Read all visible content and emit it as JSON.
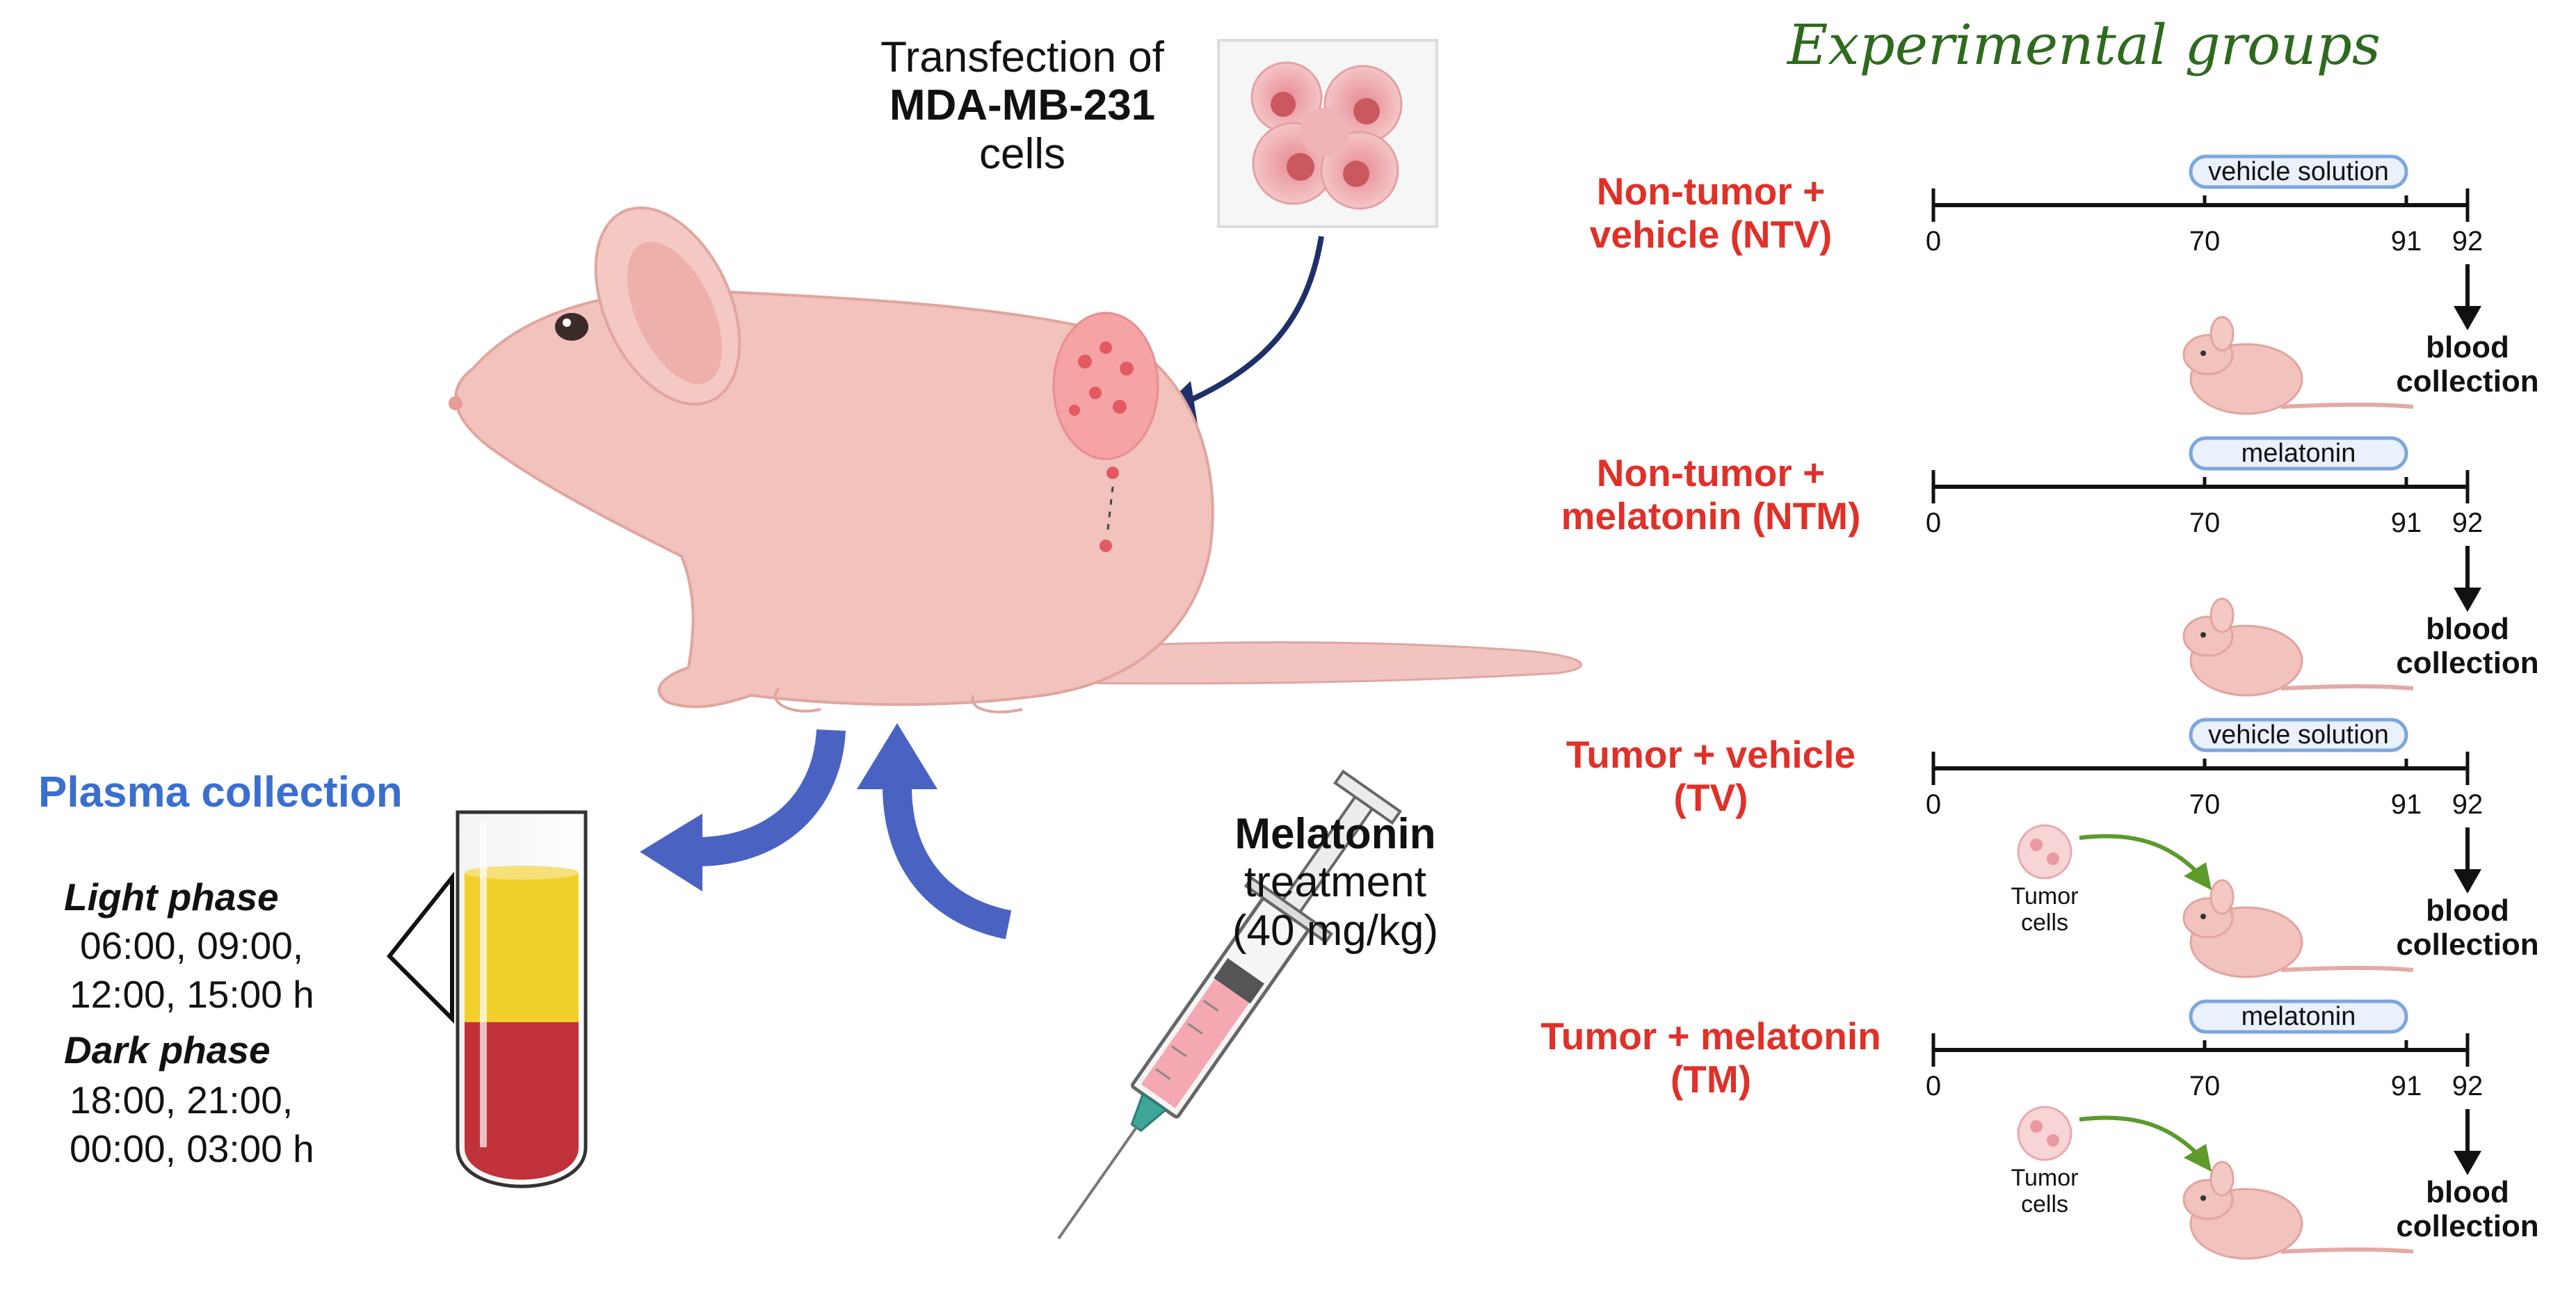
{
  "transfection": {
    "line1": "Transfection of",
    "line2": "MDA-MB-231",
    "line3": "cells"
  },
  "plasma": {
    "title": "Plasma collection",
    "light_label": "Light phase",
    "light_times_1": "06:00, 09:00,",
    "light_times_2": "12:00, 15:00 h",
    "dark_label": "Dark phase",
    "dark_times_1": "18:00, 21:00,",
    "dark_times_2": "00:00, 03:00 h"
  },
  "melatonin_treatment": {
    "line1": "Melatonin",
    "line2": "treatment",
    "line3": "(40 mg/kg)"
  },
  "experimental_title": "Experimental groups",
  "groups": [
    {
      "name_1": "Non-tumor +",
      "name_2": "vehicle (NTV)",
      "treatment": "vehicle solution",
      "tumor": false
    },
    {
      "name_1": "Non-tumor +",
      "name_2": "melatonin (NTM)",
      "treatment": "melatonin",
      "tumor": false
    },
    {
      "name_1": "Tumor + vehicle",
      "name_2": "(TV)",
      "treatment": "vehicle solution",
      "tumor": true
    },
    {
      "name_1": "Tumor + melatonin",
      "name_2": "(TM)",
      "treatment": "melatonin",
      "tumor": true
    }
  ],
  "timeline_ticks": [
    "0",
    "70",
    "91",
    "92"
  ],
  "blood_collection": {
    "line1": "blood",
    "line2": "collection"
  },
  "tumor_cells": {
    "line1": "Tumor",
    "line2": "cells"
  },
  "colors": {
    "group_name": "#e03028",
    "title_green": "#2e6a1e",
    "plasma_blue": "#3a6fd0",
    "arrow_blue": "#4a62c2",
    "pill_border": "#7da6e0"
  }
}
